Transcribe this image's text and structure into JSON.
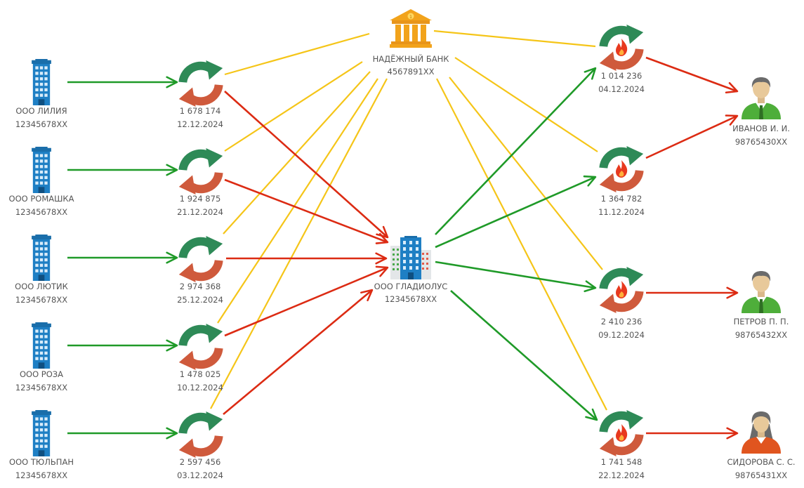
{
  "colors": {
    "green": "#1f9a28",
    "red": "#dc2b13",
    "yellow": "#f5c518",
    "text": "#555555",
    "building_blue": "#1e7fc4",
    "bank_orange": "#f2a31b",
    "cycle_green": "#2e8a57",
    "cycle_red": "#cf5a3c",
    "person_green": "#4eae3a",
    "person_red": "#e0551f"
  },
  "bank": {
    "name": "НАДЁЖНЫЙ БАНК",
    "account": "4567891XX",
    "icon": "bank-icon"
  },
  "hub": {
    "name": "ООО ГЛАДИОЛУС",
    "inn": "12345678XX",
    "icon": "office-buildings-icon"
  },
  "sources": [
    {
      "name": "ООО ЛИЛИЯ",
      "inn": "12345678XX",
      "icon": "office-building-icon"
    },
    {
      "name": "ООО РОМАШКА",
      "inn": "12345678XX",
      "icon": "office-building-icon"
    },
    {
      "name": "ООО ЛЮТИК",
      "inn": "12345678XX",
      "icon": "office-building-icon"
    },
    {
      "name": "ООО РОЗА",
      "inn": "12345678XX",
      "icon": "office-building-icon"
    },
    {
      "name": "ООО ТЮЛЬПАН",
      "inn": "12345678XX",
      "icon": "office-building-icon"
    }
  ],
  "incoming": [
    {
      "amount": "1 678 174",
      "date": "12.12.2024",
      "icon": "cycle-icon"
    },
    {
      "amount": "1 924 875",
      "date": "21.12.2024",
      "icon": "cycle-icon"
    },
    {
      "amount": "2 974 368",
      "date": "25.12.2024",
      "icon": "cycle-icon"
    },
    {
      "amount": "1 478 025",
      "date": "10.12.2024",
      "icon": "cycle-icon"
    },
    {
      "amount": "2 597 456",
      "date": "03.12.2024",
      "icon": "cycle-icon"
    }
  ],
  "outgoing": [
    {
      "amount": "1 014 236",
      "date": "04.12.2024",
      "icon": "cycle-fire-icon"
    },
    {
      "amount": "1 364 782",
      "date": "11.12.2024",
      "icon": "cycle-fire-icon"
    },
    {
      "amount": "2 410 236",
      "date": "09.12.2024",
      "icon": "cycle-fire-icon"
    },
    {
      "amount": "1 741 548",
      "date": "22.12.2024",
      "icon": "cycle-fire-icon"
    }
  ],
  "persons": [
    {
      "name": "ИВАНОВ И. И.",
      "inn": "98765430XX",
      "icon": "person-male-icon"
    },
    {
      "name": "ПЕТРОВ П. П.",
      "inn": "98765432XX",
      "icon": "person-male-icon"
    },
    {
      "name": "СИДОРОВА С. С.",
      "inn": "98765431XX",
      "icon": "person-female-icon"
    }
  ]
}
